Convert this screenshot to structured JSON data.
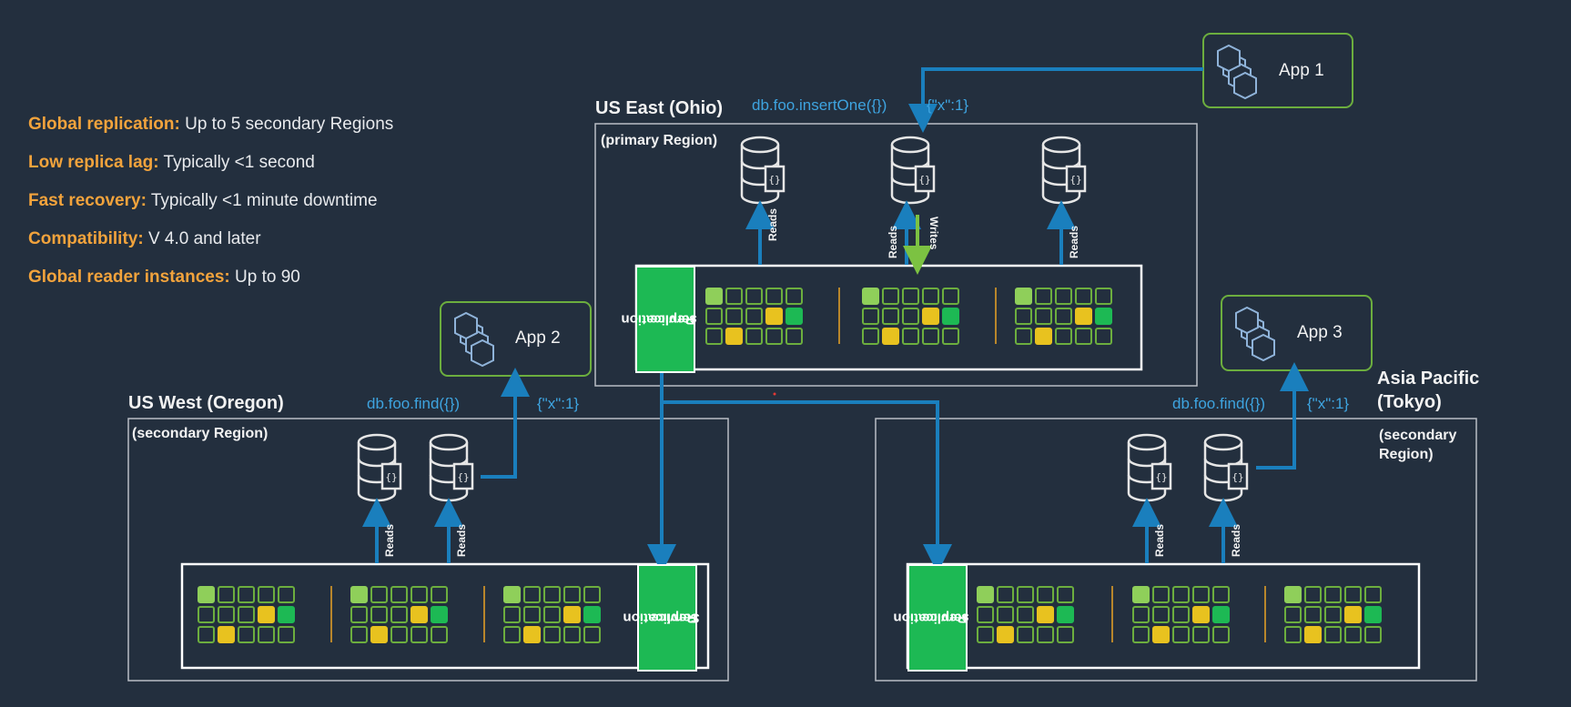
{
  "features": [
    {
      "key": "Global replication:",
      "value": "Up to 5 secondary Regions"
    },
    {
      "key": "Low replica lag:",
      "value": "Typically <1 second"
    },
    {
      "key": "Fast recovery:",
      "value": "Typically  <1 minute downtime"
    },
    {
      "key": "Compatibility:",
      "value": "V 4.0 and later"
    },
    {
      "key": "Global reader instances:",
      "value": "Up to 90"
    }
  ],
  "primary": {
    "title": "US East (Ohio)",
    "subtitle": "(primary Region)",
    "command": "db.foo.insertOne({})",
    "result": "{\"x\":1}",
    "replication_label_1": "Replication",
    "replication_label_2": "service"
  },
  "west": {
    "title": "US West (Oregon)",
    "subtitle": "(secondary Region)",
    "command": "db.foo.find({})",
    "result": "{\"x\":1}",
    "replication_label_1": "Replication",
    "replication_label_2": "Service"
  },
  "tokyo": {
    "title_1": "Asia Pacific",
    "title_2": "(Tokyo)",
    "subtitle_1": "(secondary",
    "subtitle_2": "Region)",
    "command": "db.foo.find({})",
    "result": "{\"x\":1}",
    "replication_label_1": "Replication",
    "replication_label_2": "service"
  },
  "apps": {
    "app1": "App 1",
    "app2": "App 2",
    "app3": "App 3"
  },
  "arrow_labels": {
    "reads": "Reads",
    "writes": "Writes"
  },
  "icons": {
    "database": "database-document-icon",
    "app": "app-cubes-icon"
  },
  "colors": {
    "background": "#232f3e",
    "key_text": "#f2a33c",
    "arrow_blue": "#1a7fbd",
    "write_green": "#7cc242",
    "replication_green": "#1db954",
    "app_border": "#6cae3e",
    "cell_light_green": "#8fcf5a",
    "cell_yellow": "#e8c21f",
    "divider": "#b8862b"
  }
}
